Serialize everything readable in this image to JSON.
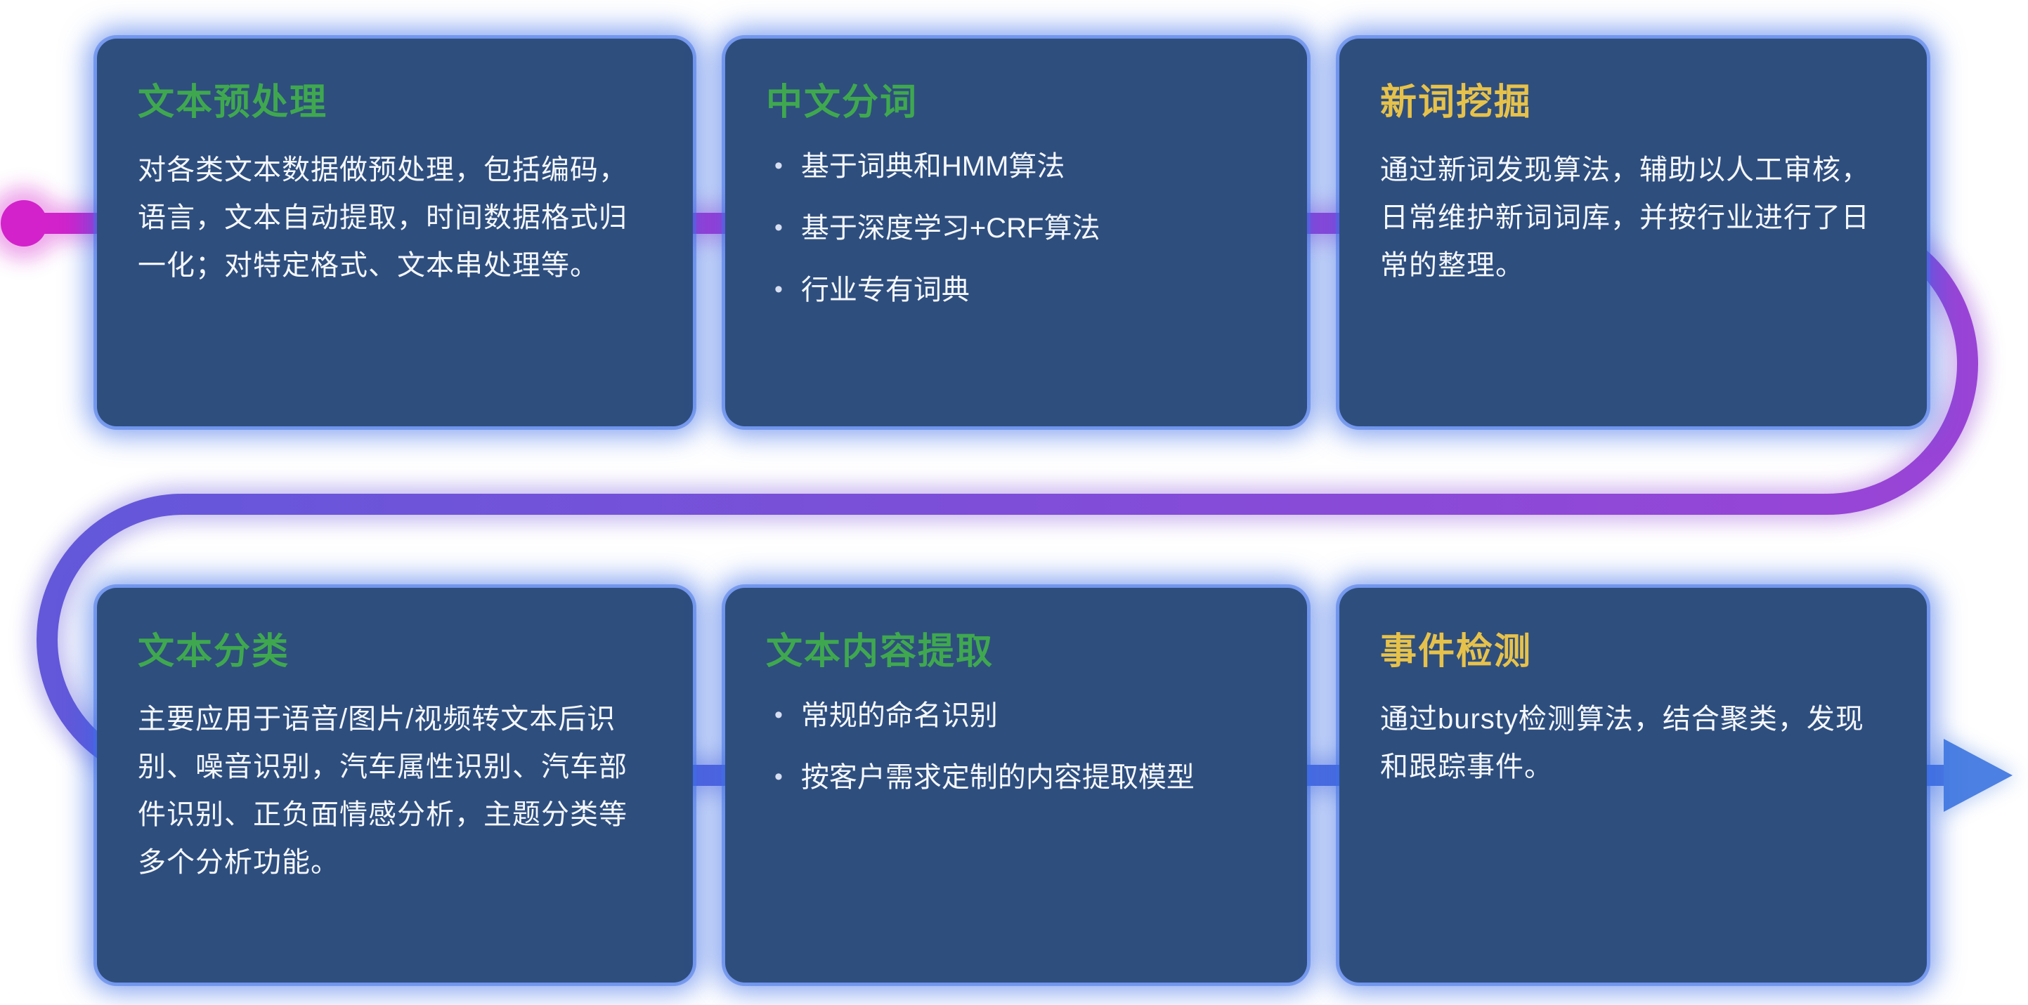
{
  "glyphs": {
    "bullet": "•"
  },
  "colors": {
    "card_bg": "#2e4e7e",
    "card_glow": "#3a6ee0",
    "title_green": "#3fa84f",
    "title_yellow": "#e7c24a",
    "body_text": "#f4f7fc",
    "line_start": "#d322cb",
    "line_purple": "#9a44d6",
    "line_indigo": "#6358da",
    "line_blue": "#4a77e0",
    "arrow": "#4c80e2"
  },
  "flow": {
    "start_marker": "dot",
    "end_marker": "arrow-right"
  },
  "cards": [
    {
      "id": "text-preprocessing",
      "title": "文本预处理",
      "title_color": "green",
      "type": "paragraph",
      "body": "对各类文本数据做预处理，包括编码，语言，文本自动提取，时间数据格式归一化；对特定格式、文本串处理等。"
    },
    {
      "id": "chinese-word-segmentation",
      "title": "中文分词",
      "title_color": "green",
      "type": "bullets",
      "bullets": [
        "基于词典和HMM算法",
        "基于深度学习+CRF算法",
        "行业专有词典"
      ]
    },
    {
      "id": "new-word-mining",
      "title": "新词挖掘",
      "title_color": "yellow",
      "type": "paragraph",
      "body": "通过新词发现算法，辅助以人工审核，日常维护新词词库，并按行业进行了日常的整理。"
    },
    {
      "id": "text-classification",
      "title": "文本分类",
      "title_color": "green",
      "type": "paragraph",
      "body": "主要应用于语音/图片/视频转文本后识别、噪音识别，汽车属性识别、汽车部件识别、正负面情感分析，主题分类等多个分析功能。"
    },
    {
      "id": "text-content-extraction",
      "title": "文本内容提取",
      "title_color": "green",
      "type": "bullets",
      "bullets": [
        "常规的命名识别",
        "按客户需求定制的内容提取模型"
      ]
    },
    {
      "id": "event-detection",
      "title": "事件检测",
      "title_color": "yellow",
      "type": "paragraph",
      "body": "通过bursty检测算法，结合聚类，发现和跟踪事件。"
    }
  ]
}
